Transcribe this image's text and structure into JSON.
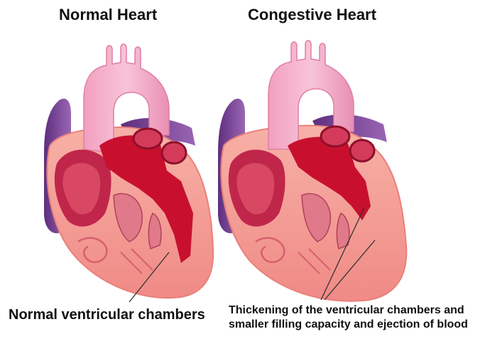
{
  "titles": {
    "left": "Normal Heart",
    "right": "Congestive Heart"
  },
  "captions": {
    "left": "Normal ventricular chambers",
    "right_line1": "Thickening of the ventricular chambers and",
    "right_line2": "smaller filling capacity and ejection of blood"
  },
  "colors": {
    "aorta": "#f3a6c3",
    "vein": "#7f4a9a",
    "myocardium": "#f6a49a",
    "chamber_red": "#c8102e",
    "inner_muscle": "#d94862",
    "background": "#ffffff"
  }
}
